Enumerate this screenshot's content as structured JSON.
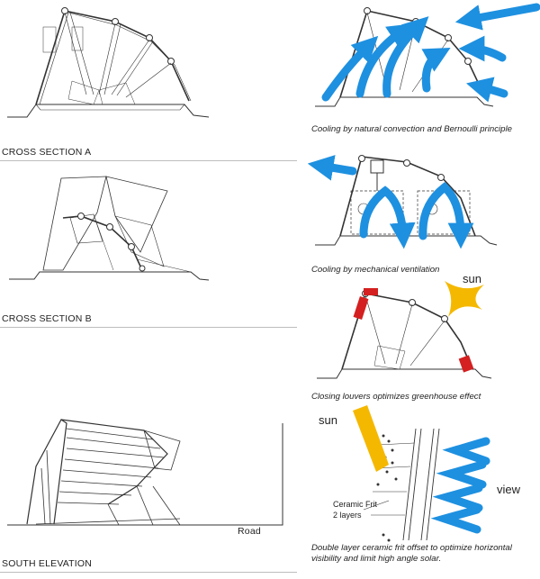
{
  "sections": {
    "a_label": "CROSS SECTION A",
    "b_label": "CROSS SECTION B",
    "south_label": "SOUTH ELEVATION",
    "road_label": "Road"
  },
  "captions": {
    "convection": "Cooling by natural convection and Bernoulli principle",
    "mechanical": "Cooling by mechanical ventilation",
    "louvers": "Closing louvers optimizes greenhouse effect",
    "frit": "Double layer ceramic frit offset to optimize horizontal visibility and limit high angle solar."
  },
  "annotations": {
    "sun_1": "sun",
    "sun_2": "sun",
    "view": "view",
    "ceramic_line1": "Ceramic Frit",
    "ceramic_line2": "2 layers"
  },
  "colors": {
    "airflow": "#1e90e0",
    "sun": "#f5b800",
    "louver_closed": "#d42020",
    "linework": "#333333",
    "divider": "#bdbdbd"
  }
}
